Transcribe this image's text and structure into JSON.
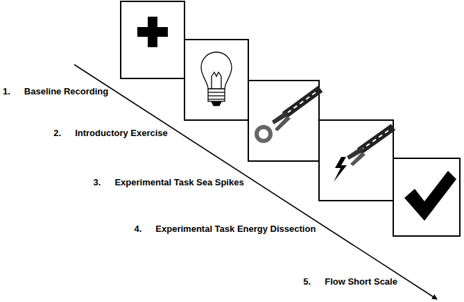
{
  "diagram": {
    "labels": [
      "1.",
      "Baseline Recording",
      "2.",
      "Introductory Exercise",
      "3.",
      "Experimental Task Sea Spikes",
      "4.",
      "Experimental Task Energy Dissection",
      "5.",
      "Flow Short Scale"
    ]
  }
}
